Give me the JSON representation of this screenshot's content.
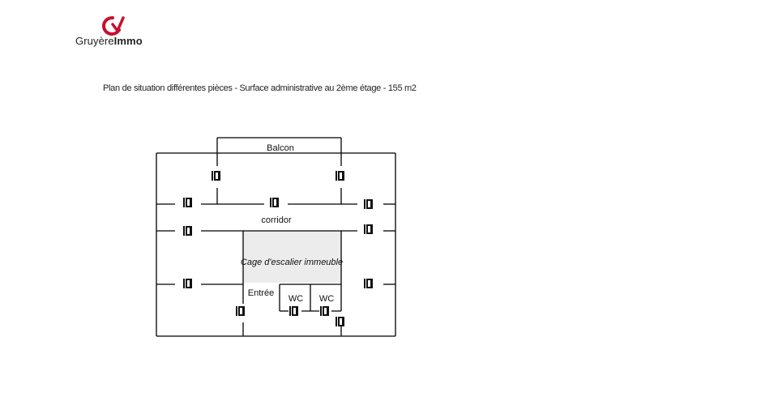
{
  "logo": {
    "name_regular": "Gruyère",
    "name_bold": "Immo",
    "brand_color": "#c8102e"
  },
  "title": "Plan de situation différentes pièces - Surface administrative au 2ème étage - 155 m2",
  "plan": {
    "labels": {
      "balcony": "Balcon",
      "corridor": "corridor",
      "stairwell": "Cage d'escalier immeuble",
      "entrance": "Entrée",
      "wc_left": "WC",
      "wc_right": "WC"
    },
    "colors": {
      "wall": "#000000",
      "stairwell_fill": "#ececec"
    },
    "door_icon": "door-icon"
  }
}
